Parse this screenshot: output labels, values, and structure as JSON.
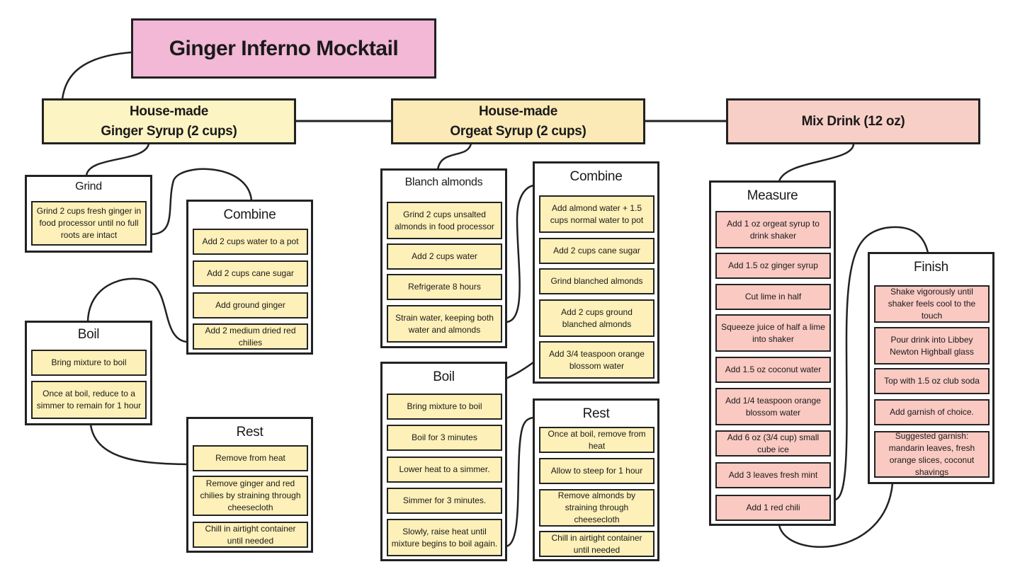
{
  "title": "Ginger Inferno Mocktail",
  "colors": {
    "title_bg": "#f2b8d6",
    "ginger_bg": "#fdf4c3",
    "orgeat_bg": "#fbe9b6",
    "mix_bg": "#f8cfc6"
  },
  "sections": {
    "ginger": "House-made\nGinger Syrup (2 cups)",
    "orgeat": "House-made\nOrgeat Syrup (2 cups)",
    "mix": "Mix Drink (12 oz)"
  },
  "ginger_grind": {
    "title": "Grind",
    "items": [
      "Grind 2 cups fresh ginger in food processor until no full roots are intact"
    ]
  },
  "ginger_combine": {
    "title": "Combine",
    "items": [
      "Add 2 cups water to a pot",
      "Add 2 cups cane sugar",
      "Add ground ginger",
      "Add 2 medium dried red chilies"
    ]
  },
  "ginger_boil": {
    "title": "Boil",
    "items": [
      "Bring mixture to boil",
      "Once at boil, reduce to a simmer to remain for 1 hour"
    ]
  },
  "ginger_rest": {
    "title": "Rest",
    "items": [
      "Remove from heat",
      "Remove ginger and red chilies by straining through cheesecloth",
      "Chill in airtight container until needed"
    ]
  },
  "orgeat_blanch": {
    "title": "Blanch almonds",
    "items": [
      "Grind 2 cups unsalted almonds in food processor",
      "Add 2 cups water",
      "Refrigerate 8 hours",
      "Strain water, keeping both water and almonds"
    ]
  },
  "orgeat_combine": {
    "title": "Combine",
    "items": [
      "Add almond water + 1.5 cups normal water to pot",
      "Add 2 cups cane sugar",
      "Grind blanched almonds",
      "Add 2 cups ground blanched almonds",
      "Add 3/4 teaspoon orange blossom water"
    ]
  },
  "orgeat_boil": {
    "title": "Boil",
    "items": [
      "Bring mixture to boil",
      "Boil for 3 minutes",
      "Lower heat to a simmer.",
      "Simmer for 3 minutes.",
      "Slowly, raise heat until mixture begins to boil again."
    ]
  },
  "orgeat_rest": {
    "title": "Rest",
    "items": [
      "Once at boil, remove from heat",
      "Allow to steep for 1 hour",
      "Remove almonds by straining through cheesecloth",
      "Chill in airtight container until needed"
    ]
  },
  "mix_measure": {
    "title": "Measure",
    "items": [
      "Add 1 oz orgeat syrup to drink shaker",
      "Add 1.5 oz ginger syrup",
      "Cut lime in half",
      "Squeeze juice of half a lime into shaker",
      "Add 1.5 oz coconut water",
      "Add 1/4 teaspoon orange blossom water",
      "Add 6 oz (3/4 cup) small cube ice",
      "Add 3 leaves fresh mint",
      "Add 1 red chili"
    ]
  },
  "mix_finish": {
    "title": "Finish",
    "items": [
      "Shake vigorously until shaker feels cool to the touch",
      "Pour drink into Libbey Newton Highball glass",
      "Top with 1.5 oz club soda",
      "Add garnish of choice.",
      "Suggested garnish: mandarin leaves, fresh orange slices, coconut shavings"
    ]
  }
}
